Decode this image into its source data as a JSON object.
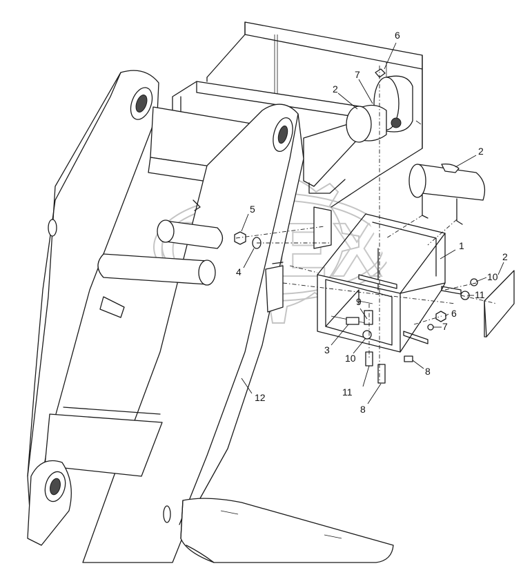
{
  "watermark": {
    "text": "OPEX",
    "color": "#c4c4c4"
  },
  "callouts": [
    {
      "id": "c-6-top",
      "text": "6"
    },
    {
      "id": "c-7-top",
      "text": "7"
    },
    {
      "id": "c-2-top",
      "text": "2"
    },
    {
      "id": "c-2-tank",
      "text": "2"
    },
    {
      "id": "c-5",
      "text": "5"
    },
    {
      "id": "c-4",
      "text": "4"
    },
    {
      "id": "c-1",
      "text": "1"
    },
    {
      "id": "c-2-right",
      "text": "2"
    },
    {
      "id": "c-10-right",
      "text": "10"
    },
    {
      "id": "c-11-right",
      "text": "11"
    },
    {
      "id": "c-6-right",
      "text": "6"
    },
    {
      "id": "c-7-right",
      "text": "7"
    },
    {
      "id": "c-9",
      "text": "9"
    },
    {
      "id": "c-3",
      "text": "3"
    },
    {
      "id": "c-10-low",
      "text": "10"
    },
    {
      "id": "c-8-right",
      "text": "8"
    },
    {
      "id": "c-11-low",
      "text": "11"
    },
    {
      "id": "c-8-low",
      "text": "8"
    },
    {
      "id": "c-12",
      "text": "12"
    }
  ]
}
